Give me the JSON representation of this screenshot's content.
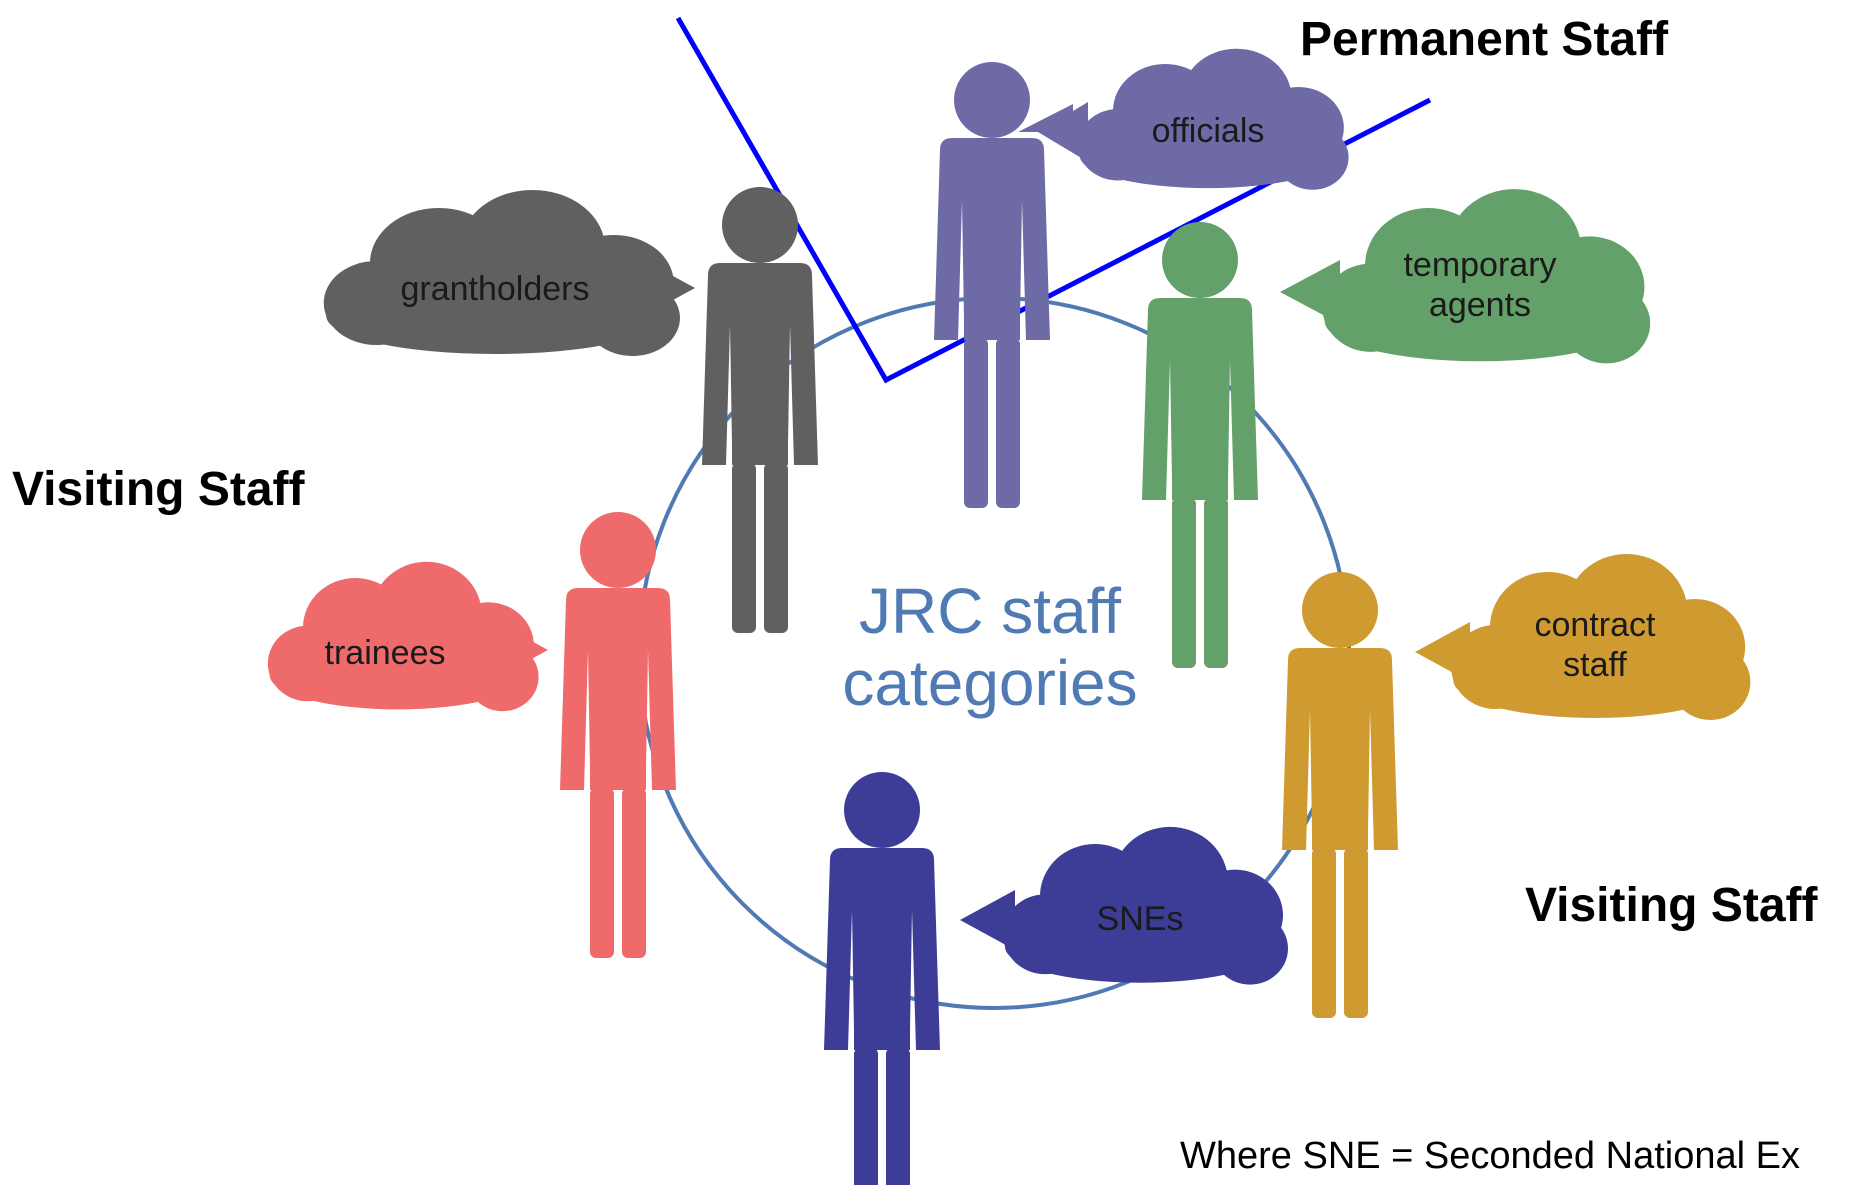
{
  "groups": {
    "permanent": "Permanent Staff",
    "visiting_left": "Visiting Staff",
    "visiting_right": "Visiting Staff"
  },
  "center": {
    "line1": "JRC staff",
    "line2": "categories"
  },
  "categories": [
    {
      "id": "officials",
      "lines": [
        "officials"
      ],
      "color": "#6d6aa6"
    },
    {
      "id": "temporary-agents",
      "lines": [
        "temporary",
        "agents"
      ],
      "color": "#63a06a"
    },
    {
      "id": "contract-staff",
      "lines": [
        "contract",
        "staff"
      ],
      "color": "#cf9b30"
    },
    {
      "id": "snes",
      "lines": [
        "SNEs"
      ],
      "color": "#3d3c96"
    },
    {
      "id": "trainees",
      "lines": [
        "trainees"
      ],
      "color": "#ef6b6b"
    },
    {
      "id": "grantholders",
      "lines": [
        "grantholders"
      ],
      "color": "#606060"
    }
  ],
  "circle_color": "#4f7ab3",
  "divider_color": "#0000ff",
  "footnote": "Where SNE = Seconded National Ex"
}
